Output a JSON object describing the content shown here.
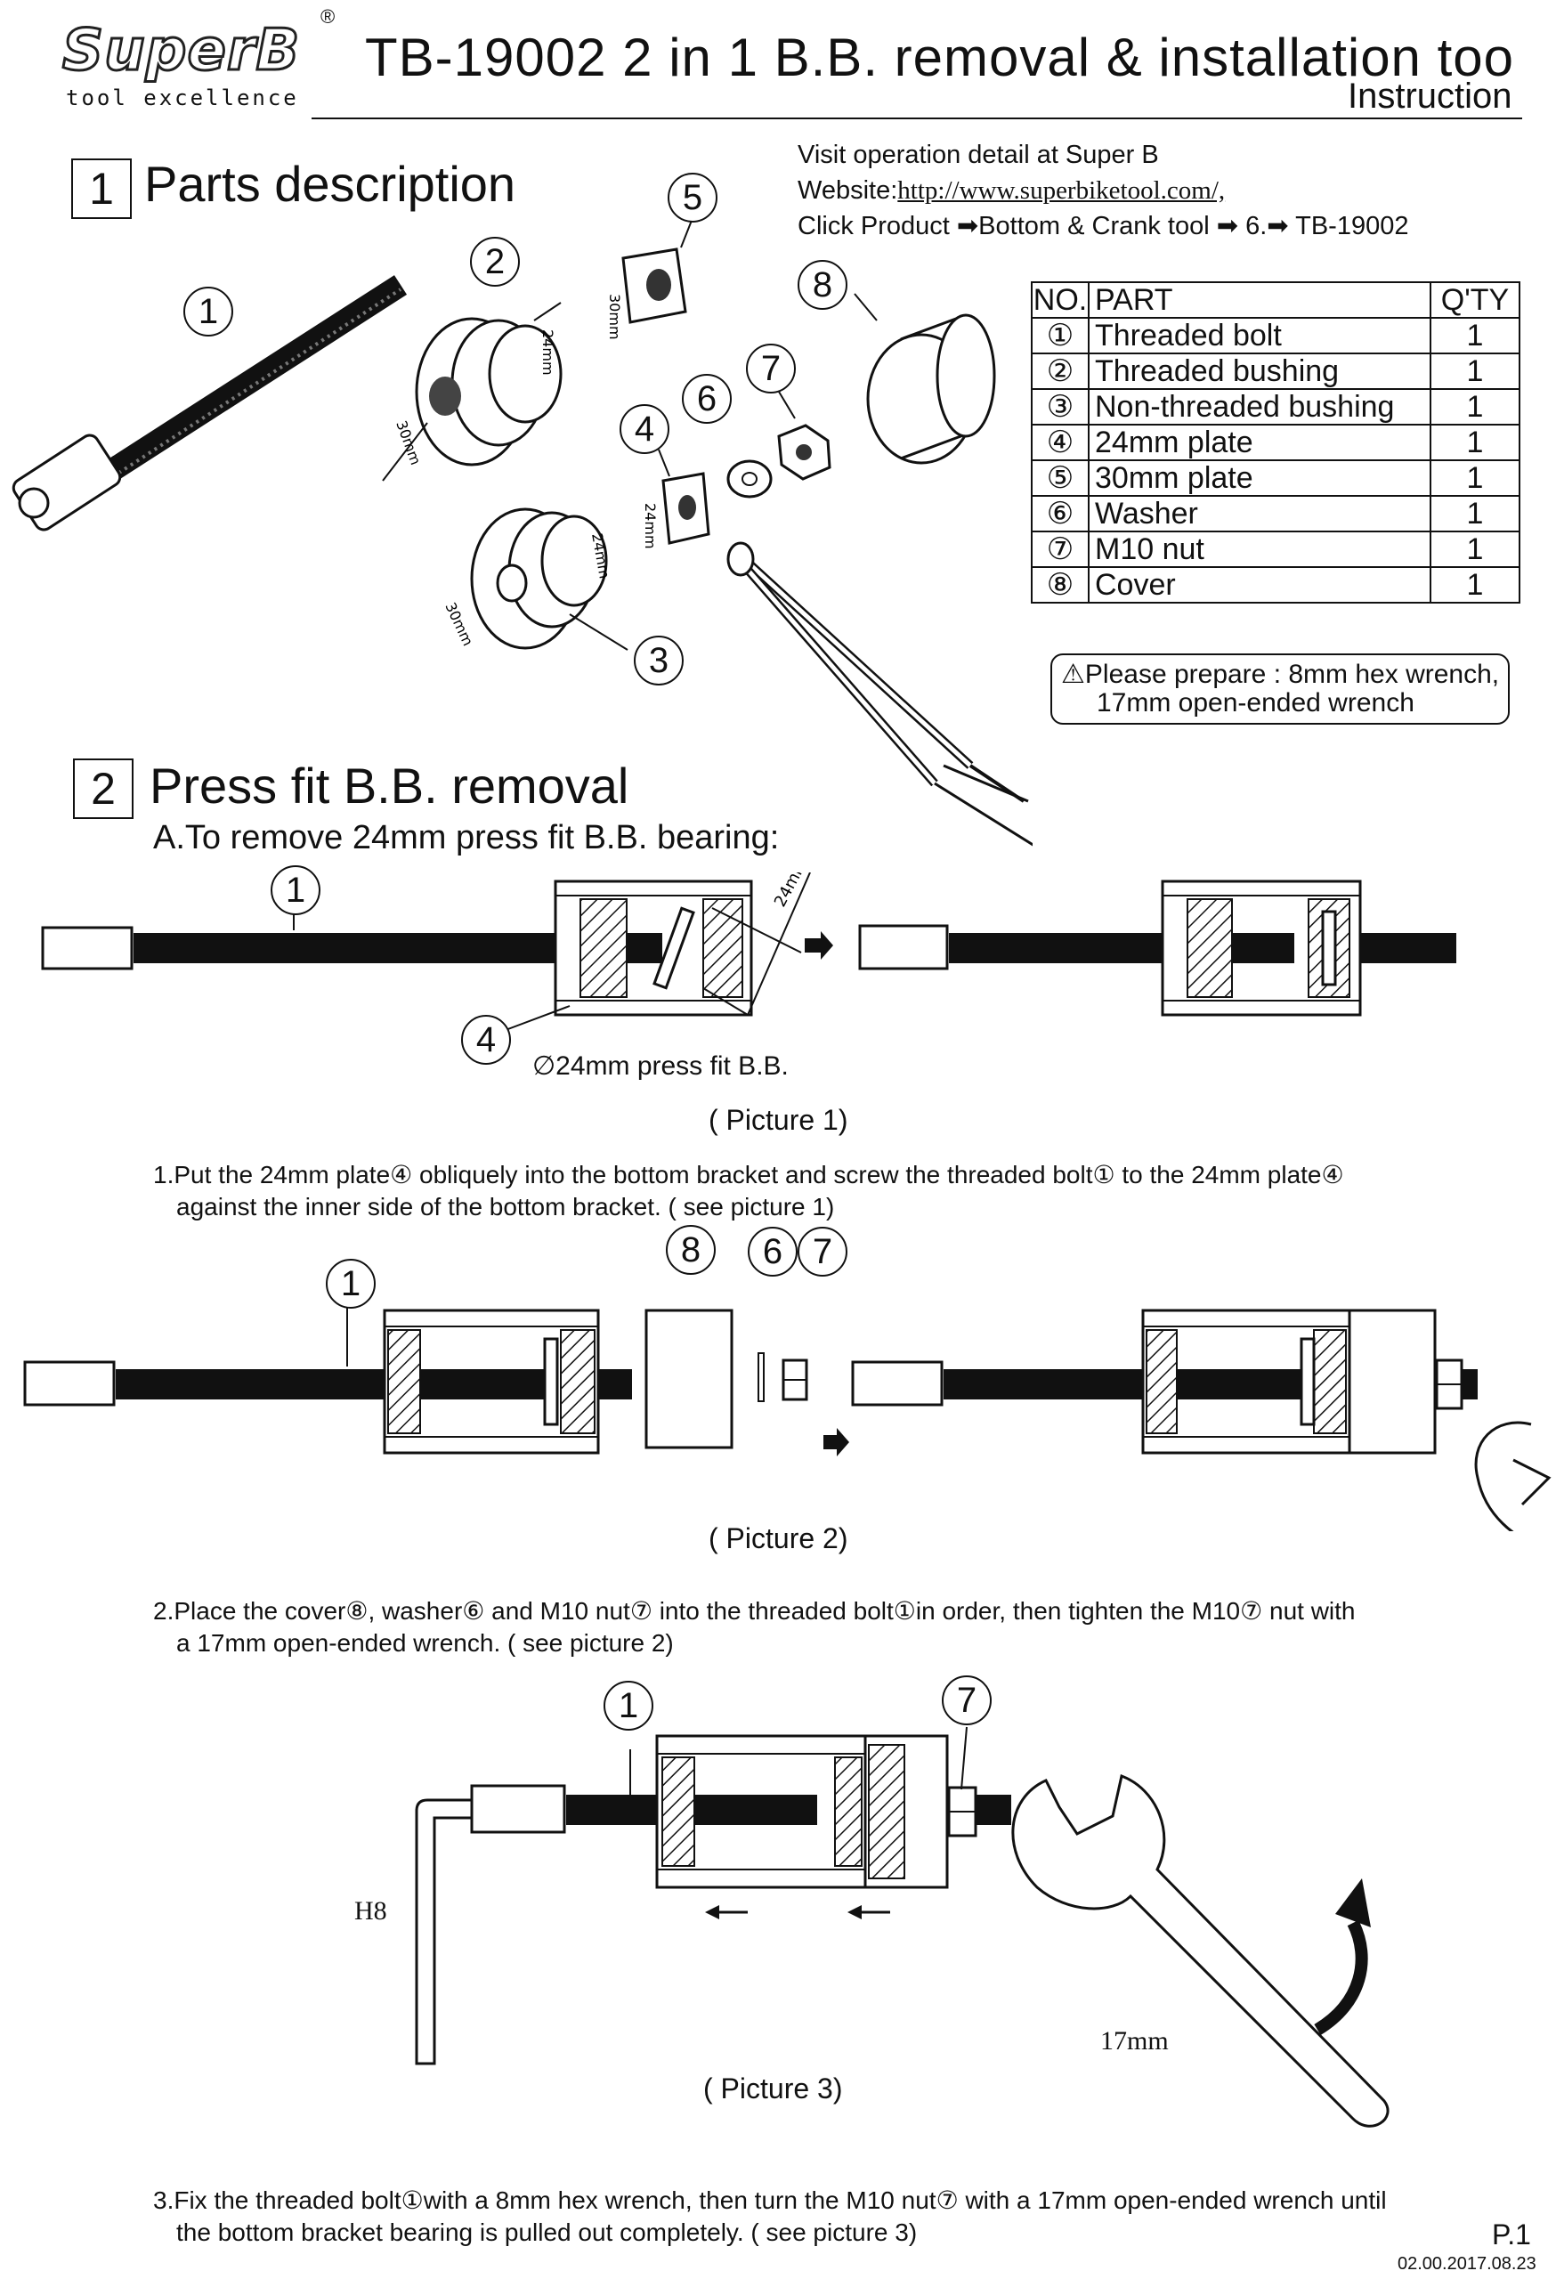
{
  "header": {
    "brand": "SuperB",
    "brand_b": "B",
    "tagline": "tool excellence",
    "title": "TB-19002  2 in 1 B.B. removal & installation too",
    "subtitle": "Instruction"
  },
  "visit": {
    "line1": "Visit operation detail at Super B",
    "line2_prefix": "Website:",
    "line2_link": "http://www.superbiketool.com/,",
    "line3": "Click Product ➡Bottom & Crank tool ➡ 6.➡  TB-19002"
  },
  "section1": {
    "number": "1",
    "title": "Parts description"
  },
  "parts_table": {
    "headers": [
      "NO.",
      "PART",
      "Q'TY"
    ],
    "rows": [
      {
        "no": "①",
        "part": "Threaded bolt",
        "qty": "1"
      },
      {
        "no": "②",
        "part": "Threaded bushing",
        "qty": "1"
      },
      {
        "no": "③",
        "part": "Non-threaded bushing",
        "qty": "1"
      },
      {
        "no": "④",
        "part": "24mm plate",
        "qty": "1"
      },
      {
        "no": "⑤",
        "part": "30mm plate",
        "qty": "1"
      },
      {
        "no": "⑥",
        "part": "Washer",
        "qty": "1"
      },
      {
        "no": "⑦",
        "part": "M10 nut",
        "qty": "1"
      },
      {
        "no": "⑧",
        "part": "Cover",
        "qty": "1"
      }
    ]
  },
  "prepare_note": {
    "line1": "⚠Please prepare : 8mm hex wrench,",
    "line2": "17mm open-ended wrench"
  },
  "part_labels": {
    "n1": "1",
    "n2": "2",
    "n3": "3",
    "n4": "4",
    "n5": "5",
    "n6": "6",
    "n7": "7",
    "n8": "8",
    "dim_24": "24mm",
    "dim_30": "30mm"
  },
  "section2": {
    "number": "2",
    "title": "Press fit B.B. removal",
    "subtitle": "A.To remove 24mm press fit B.B. bearing:"
  },
  "picture1": {
    "bb_label": "∅24mm press fit B.B.",
    "caption": "( Picture 1)",
    "step": "1.Put the 24mm plate④ obliquely into the bottom bracket and screw the threaded bolt① to the 24mm plate④",
    "step_cont": "against the inner side of the bottom bracket. ( see picture 1)"
  },
  "picture2": {
    "caption": "( Picture 2)",
    "step": "2.Place the cover⑧, washer⑥ and M10 nut⑦ into the threaded bolt①in order, then tighten the M10⑦ nut with",
    "step_cont": "a 17mm open-ended wrench. ( see picture 2)"
  },
  "picture3": {
    "hex_label": "H8",
    "wrench_label": "17mm",
    "caption": "( Picture 3)",
    "step": "3.Fix the threaded bolt①with a 8mm hex wrench, then turn the M10 nut⑦ with a 17mm open-ended wrench until",
    "step_cont": "the bottom bracket bearing is pulled out completely. ( see picture 3)"
  },
  "footer": {
    "page": "P.1",
    "date": "02.00.2017.08.23"
  }
}
